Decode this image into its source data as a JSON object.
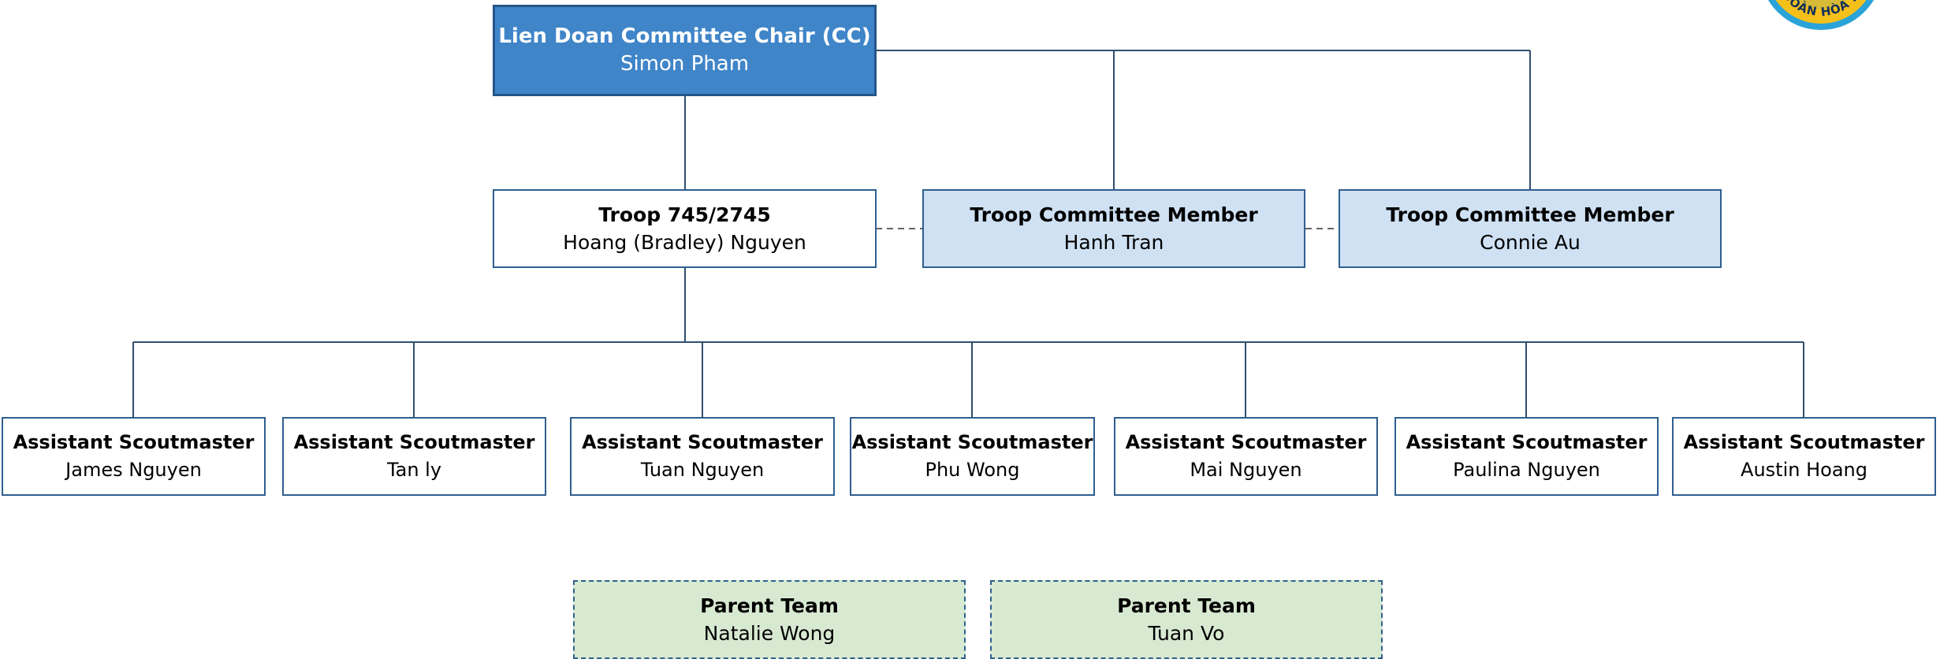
{
  "chair": {
    "role": "Lien Doan Committee Chair (CC)",
    "name": "Simon Pham"
  },
  "troop": {
    "role": "Troop 745/2745",
    "name": "Hoang (Bradley) Nguyen"
  },
  "committee": [
    {
      "role": "Troop Committee Member",
      "name": "Hanh Tran"
    },
    {
      "role": "Troop Committee Member",
      "name": "Connie Au"
    }
  ],
  "assistants": [
    {
      "role": "Assistant Scoutmaster",
      "name": "James Nguyen"
    },
    {
      "role": "Assistant Scoutmaster",
      "name": "Tan ly"
    },
    {
      "role": "Assistant Scoutmaster",
      "name": "Tuan Nguyen"
    },
    {
      "role": "Assistant Scoutmaster",
      "name": "Phu Wong"
    },
    {
      "role": "Assistant Scoutmaster",
      "name": "Mai Nguyen"
    },
    {
      "role": "Assistant Scoutmaster",
      "name": "Paulina Nguyen"
    },
    {
      "role": "Assistant Scoutmaster",
      "name": "Austin Hoang"
    }
  ],
  "parents": [
    {
      "role": "Parent Team",
      "name": "Natalie Wong"
    },
    {
      "role": "Parent Team",
      "name": "Tuan Vo"
    }
  ],
  "logo": {
    "text": "ĐOÀN HÒA B"
  },
  "colors": {
    "chair_fill": "#3f85c8",
    "committee_fill": "#cfe1f3",
    "parent_fill": "#d8e9d2",
    "border": "#2f5f8f",
    "logo_ring": "#2aa3d8",
    "logo_fill": "#f6c01b"
  }
}
